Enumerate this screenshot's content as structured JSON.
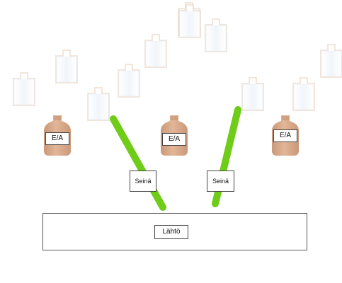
{
  "colors": {
    "wall": "#6fcc18",
    "bottle_skin": "#dcae8e",
    "bottle_skin_dark": "#c99879",
    "bottle_ghost": "#ffffff",
    "bottle_ghost_fill": "#f5f8fc"
  },
  "labels": {
    "start": "Lähtö",
    "wall": "Seinä",
    "ea": "E/A"
  },
  "bottles": {
    "ea_count": 3,
    "ghost_count": 11
  }
}
